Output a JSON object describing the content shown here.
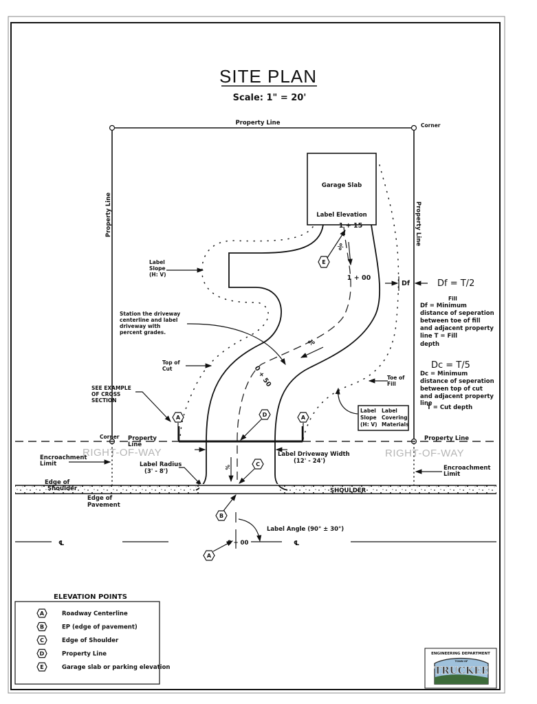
{
  "title": "SITE PLAN",
  "scale": "Scale: 1\" = 20'",
  "property_line_top": "Property Line",
  "property_line_left": "Property Line",
  "property_line_right": "Property Line",
  "property_line_bottom_left": [
    "Property",
    "Line"
  ],
  "property_line_bottom_right": "Property Line",
  "corner_top": "Corner",
  "corner_bottom": "Corner",
  "garage": {
    "label": "Garage Slab",
    "elevation": "Label Elevation",
    "station": "1 + 15"
  },
  "station_100": "1 + 00",
  "station_050": "0 + 50",
  "station_000": "0 + 00",
  "percent_sign": "%",
  "label_slope": [
    "Label",
    "Slope",
    "(H: V)"
  ],
  "station_note": [
    "Station the driveway",
    "centerline and label",
    "driveway with",
    "percent grades."
  ],
  "top_of_cut": [
    "Top of",
    "Cut"
  ],
  "see_example": [
    "SEE EXAMPLE",
    "OF CROSS",
    "SECTION"
  ],
  "toe_of_fill": [
    "Toe of",
    "Fill"
  ],
  "slope_box": {
    "col1": [
      "Label",
      "Slope",
      "(H: V)"
    ],
    "col2": [
      "Label",
      "Covering",
      "Materials"
    ]
  },
  "df": {
    "symbol": "Df",
    "formula": "Df = T/2",
    "fill_label": "Fill",
    "lines": [
      "Df = Minimum",
      "distance of seperation",
      "between toe of fill",
      "and adjacent property",
      "line T = Fill",
      "depth"
    ]
  },
  "dc": {
    "formula": "Dc = T/5",
    "lines": [
      "Dc = Minimum",
      "distance of seperation",
      "between top of cut",
      "and adjacent property",
      "line",
      "T = Cut depth"
    ]
  },
  "right_of_way": "RIGHT-OF-WAY",
  "encroachment_limit": [
    "Encroachment",
    "Limit"
  ],
  "label_radius": [
    "Label Radius",
    "(3' - 8')"
  ],
  "label_driveway_width": [
    "Label Driveway Width",
    "(12' - 24')"
  ],
  "edge_of_shoulder": [
    "Edge of",
    "Shoulder"
  ],
  "edge_of_pavement": [
    "Edge of",
    "Pavement"
  ],
  "shoulder": "SHOULDER",
  "label_angle": "Label Angle (90° ± 30°)",
  "centerline_symbol": "℄",
  "elevation_points": {
    "title": "ELEVATION POINTS",
    "items": [
      {
        "key": "A",
        "label": "Roadway Centerline"
      },
      {
        "key": "B",
        "label": "EP  (edge of pavement)"
      },
      {
        "key": "C",
        "label": "Edge of Shoulder"
      },
      {
        "key": "D",
        "label": "Property Line"
      },
      {
        "key": "E",
        "label": "Garage slab or parking elevation"
      }
    ]
  },
  "logo": {
    "department": "ENGINEERING DEPARTMENT",
    "town_of": "TOWN OF",
    "name": "TRUCKEE"
  },
  "colors": {
    "ink": "#111111",
    "row_text": "#b5b5b5",
    "logo_green": "#3d6b3a",
    "logo_sky": "#9fc1dc"
  }
}
